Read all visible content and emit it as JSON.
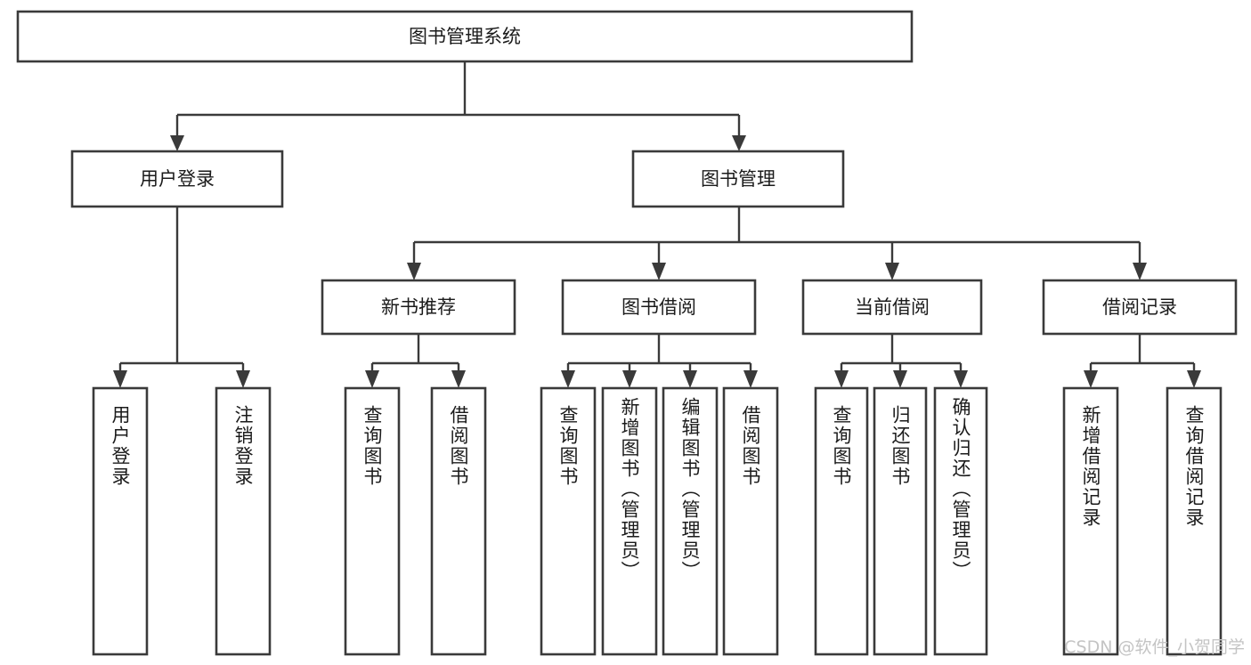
{
  "diagram": {
    "type": "tree",
    "title": "图书管理系统",
    "root": {
      "id": "root",
      "label": "图书管理系统"
    },
    "level2": [
      {
        "id": "user-login",
        "label": "用户登录"
      },
      {
        "id": "book-manage",
        "label": "图书管理"
      }
    ],
    "level3": [
      {
        "id": "new-book-recommend",
        "label": "新书推荐",
        "parent": "book-manage"
      },
      {
        "id": "book-borrow",
        "label": "图书借阅",
        "parent": "book-manage"
      },
      {
        "id": "current-borrow",
        "label": "当前借阅",
        "parent": "book-manage"
      },
      {
        "id": "borrow-record",
        "label": "借阅记录",
        "parent": "book-manage"
      }
    ],
    "leaves": {
      "user-login": [
        {
          "id": "leaf-user-login",
          "label": "用户登录"
        },
        {
          "id": "leaf-user-logout",
          "label": "注销登录"
        }
      ],
      "new-book-recommend": [
        {
          "id": "leaf-query-book-1",
          "label": "查询图书"
        },
        {
          "id": "leaf-borrow-book-1",
          "label": "借阅图书"
        }
      ],
      "book-borrow": [
        {
          "id": "leaf-query-book-2",
          "label": "查询图书"
        },
        {
          "id": "leaf-add-book",
          "label": "新增图书（管理员）"
        },
        {
          "id": "leaf-edit-book",
          "label": "编辑图书（管理员）"
        },
        {
          "id": "leaf-borrow-book-2",
          "label": "借阅图书"
        }
      ],
      "current-borrow": [
        {
          "id": "leaf-query-book-3",
          "label": "查询图书"
        },
        {
          "id": "leaf-return-book",
          "label": "归还图书"
        },
        {
          "id": "leaf-confirm-return",
          "label": "确认归还（管理员）"
        }
      ],
      "borrow-record": [
        {
          "id": "leaf-add-record",
          "label": "新增借阅记录"
        },
        {
          "id": "leaf-query-record",
          "label": "查询借阅记录"
        }
      ]
    },
    "colors": {
      "box_stroke": "#3a3a3a",
      "box_fill": "#ffffff",
      "connector": "#3a3a3a",
      "text": "#1b1b1b",
      "watermark": "#c4c4c4",
      "background": "#ffffff"
    }
  },
  "watermark": {
    "label": "CSDN @软件_小贺同学"
  }
}
